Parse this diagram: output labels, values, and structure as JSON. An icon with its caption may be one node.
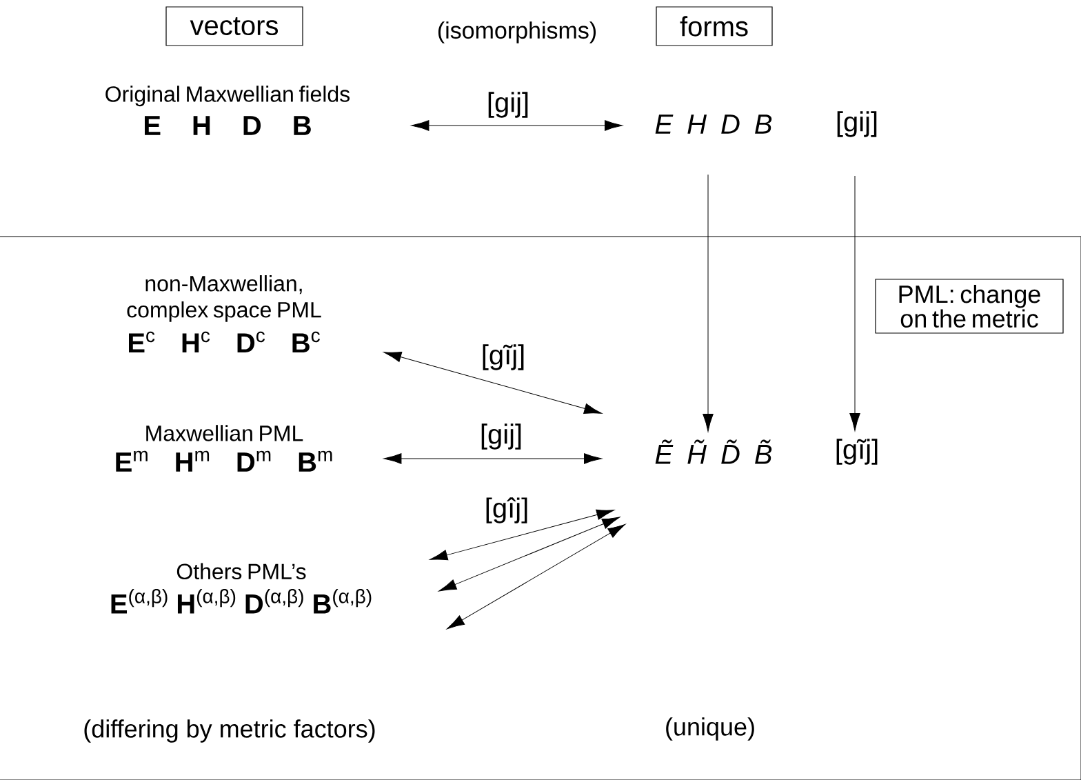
{
  "diagram": {
    "nodes": [
      {
        "text": [
          "vectors"
        ]
      },
      {
        "text": [
          "forms"
        ]
      },
      {
        "text": [
          "Original Maxwellian fields",
          "E H D B"
        ]
      },
      {
        "text": [
          "E H D B"
        ]
      },
      {
        "text": [
          "[gij]"
        ]
      },
      {
        "text": [],
        "shape": "box"
      },
      {
        "text": [
          "PML: change on the metric"
        ],
        "in": 5
      },
      {
        "text": [
          "non-Maxwellian, complex space PML",
          "**E**$^{c}$ **H**$^{c}$ **D**$^{c}$ **B**$^{c}$"
        ],
        "in": 5
      },
      {
        "text": [
          "Ẽ H̃ D̃ B̃"
        ],
        "in": 5
      },
      {
        "text": [
          "[gĩj]"
        ],
        "in": 5
      },
      {
        "text": [
          "Maxwellian PML",
          "**E**$^{m}$ **H**$^{m}$ **D**$^{m}$ **B**$^{m}$"
        ],
        "in": 5
      },
      {
        "text": [
          "Others PML’s",
          "**E**$^{(α,β)}$ **H**$^{(α,β)}$ **D**$^{(α,β)}$ **B**$^{(α,β)}$"
        ],
        "in": 5
      }
    ],
    "edges": [
      {
        "from": 2,
        "to": 3,
        "arrow": "both",
        "label": "[gij]"
      },
      {
        "from": 3,
        "to": 8,
        "arrow": "to"
      },
      {
        "from": 4,
        "to": 9,
        "arrow": "to"
      },
      {
        "from": 7,
        "to": 8,
        "arrow": "both",
        "label": "[gĩj]"
      },
      {
        "from": 10,
        "to": 8,
        "arrow": "both",
        "label": "[gij]"
      },
      {
        "from": 11,
        "to": 8,
        "arrow": "both",
        "label": "[gîj]"
      },
      {
        "from": 11,
        "to": 8,
        "arrow": "both"
      },
      {
        "from": 11,
        "to": 8,
        "arrow": "both"
      }
    ],
    "labels": [
      "(isomorphisms)",
      "(differing by metric factors)",
      "(unique)"
    ]
  }
}
